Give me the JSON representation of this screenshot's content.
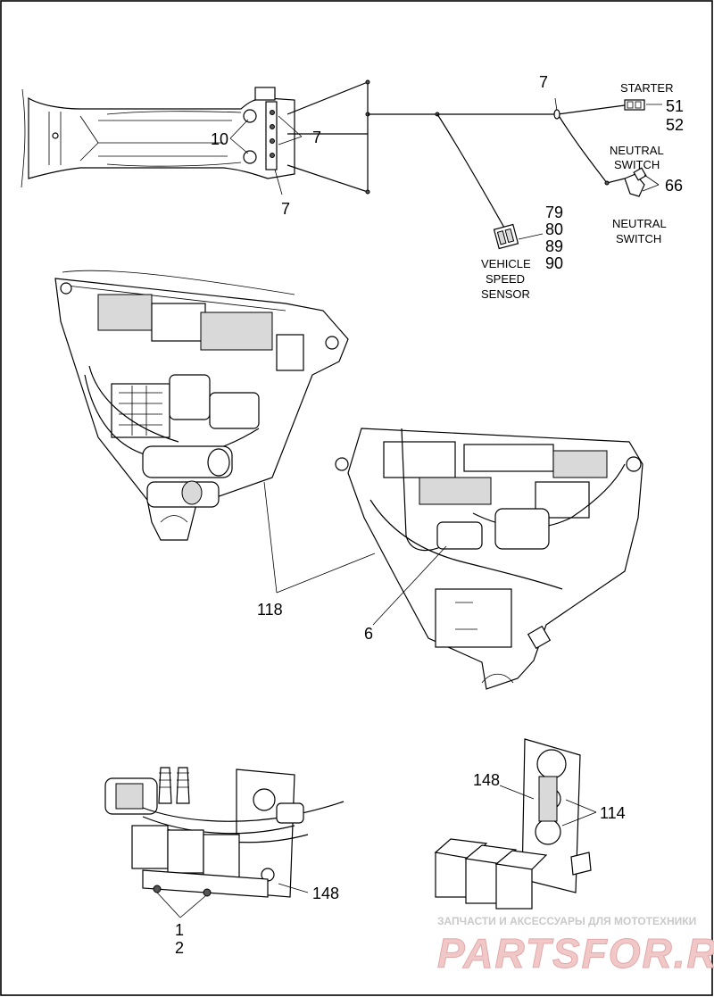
{
  "callouts": {
    "c10": "10",
    "c7a": "7",
    "c7b": "7",
    "c7c": "7",
    "starter": "STARTER",
    "c51": "51",
    "c52": "52",
    "neutral1a": "NEUTRAL",
    "neutral1b": "SWITCH",
    "c66": "66",
    "neutral2a": "NEUTRAL",
    "neutral2b": "SWITCH",
    "c79": "79",
    "c80": "80",
    "c89": "89",
    "c90": "90",
    "vss1": "VEHICLE",
    "vss2": "SPEED",
    "vss3": "SENSOR",
    "c118": "118",
    "c6": "6",
    "c148a": "148",
    "c114": "114",
    "c148b": "148",
    "c1": "1",
    "c2": "2"
  },
  "watermark": {
    "caption": "ЗАПЧАСТИ И АКСЕССУАРЫ ДЛЯ МОТОТЕХНИКИ",
    "brand": "PARTSFOR.RU"
  }
}
